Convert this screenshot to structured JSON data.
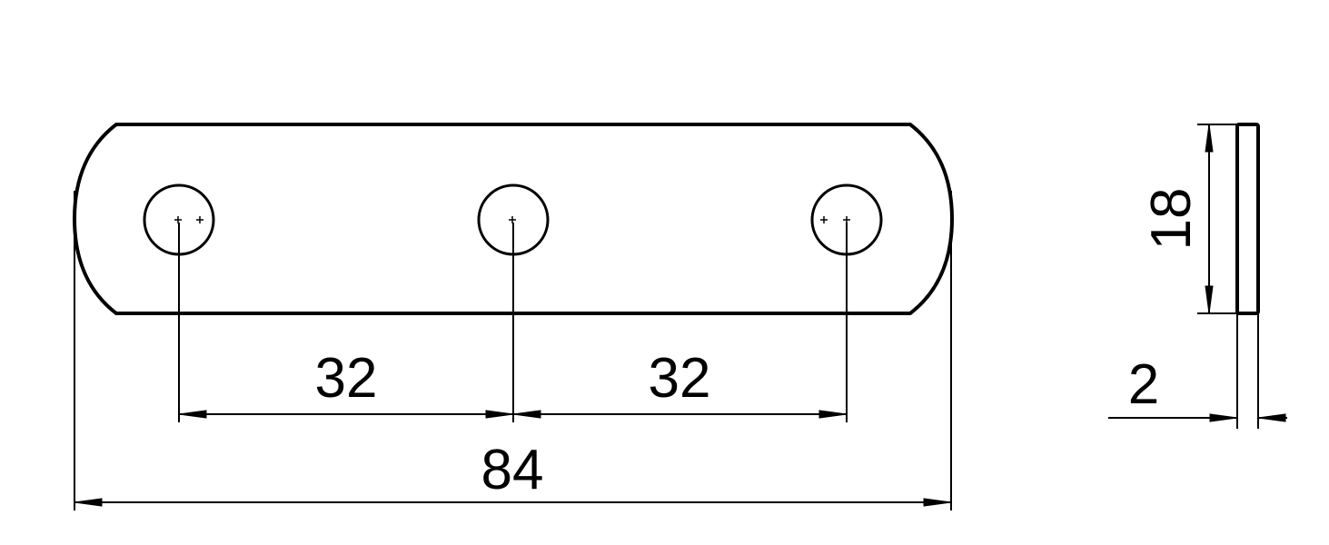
{
  "drawing": {
    "dimensions": {
      "hole_spacing_left": "32",
      "hole_spacing_right": "32",
      "overall_length": "84",
      "height": "18",
      "thickness": "2"
    }
  }
}
